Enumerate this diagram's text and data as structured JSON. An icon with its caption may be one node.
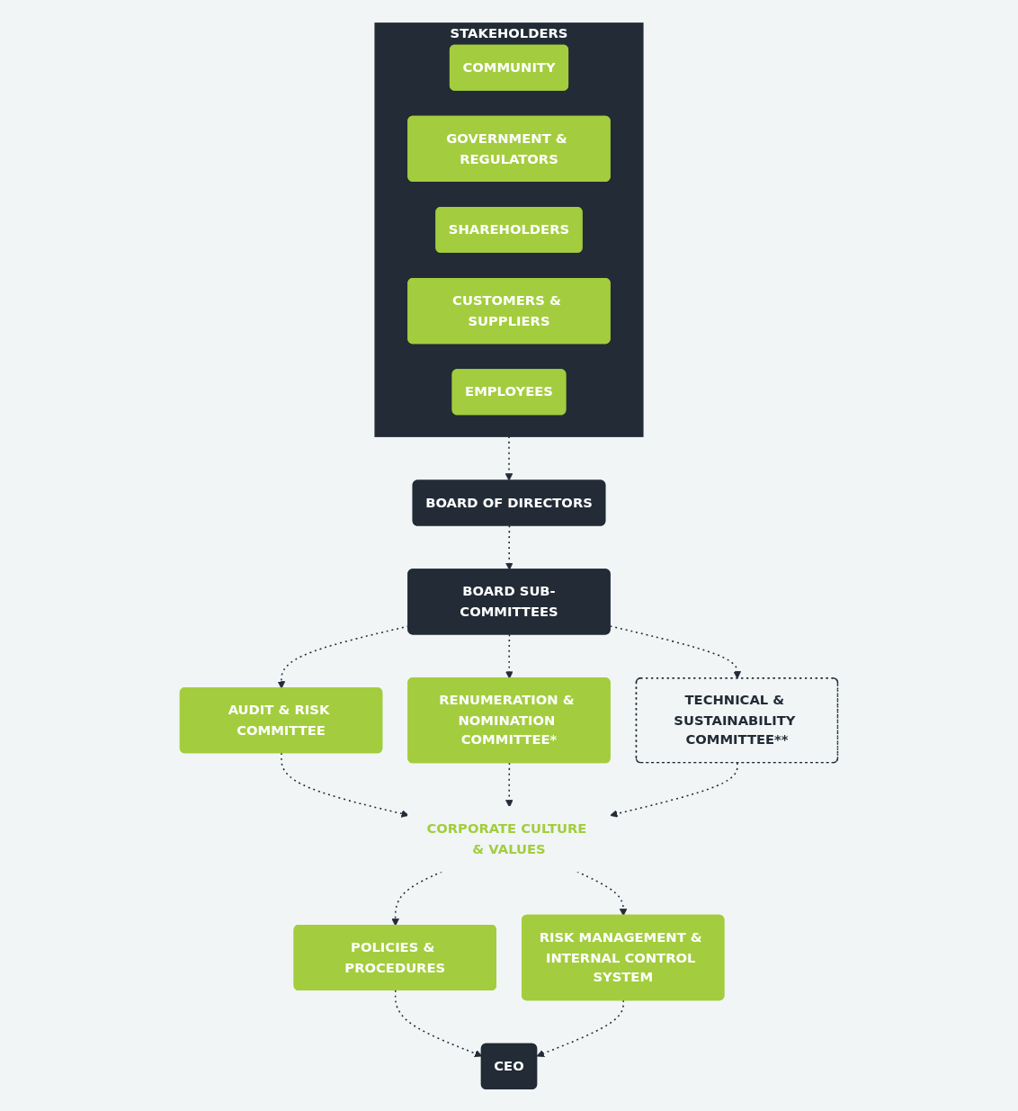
{
  "diagram": {
    "nodes": [
      {
        "text": [
          "STAKEHOLDERS"
        ]
      },
      {
        "text": [
          "COMMUNITY"
        ],
        "in": 0
      },
      {
        "text": [
          "GOVERNMENT & REGULATORS"
        ],
        "in": 0
      },
      {
        "text": [
          "SHAREHOLDERS"
        ],
        "in": 0
      },
      {
        "text": [
          "CUSTOMERS & SUPPLIERS"
        ],
        "in": 0
      },
      {
        "text": [
          "EMPLOYEES"
        ],
        "in": 0
      },
      {
        "text": [
          "BOARD OF DIRECTORS"
        ]
      },
      {
        "text": [
          "BOARD SUB-COMMITTEES"
        ]
      },
      {
        "text": [
          "AUDIT & RISK COMMITTEE"
        ]
      },
      {
        "text": [
          "RENUMERATION & NOMINATION COMMITTEE*"
        ]
      },
      {
        "text": [
          "TECHNICAL & SUSTAINABILITY COMMITTEE**"
        ]
      },
      {
        "text": [
          "POLICIES & PROCEDURES"
        ]
      },
      {
        "text": [
          "CORPORATE CULTURE & VALUES"
        ]
      },
      {
        "text": [
          "RISK MANAGEMENT & INTERNAL CONTROL SYSTEM"
        ]
      },
      {
        "text": [
          "CEO"
        ]
      }
    ],
    "edges": [
      {
        "from": 0,
        "to": 6,
        "arrow": "to",
        "style": "dashed"
      },
      {
        "from": 6,
        "to": 7,
        "arrow": "to",
        "style": "dashed"
      },
      {
        "from": 7,
        "to": 8,
        "arrow": "to",
        "style": "dashed"
      },
      {
        "from": 7,
        "to": 9,
        "arrow": "to",
        "style": "dashed"
      },
      {
        "from": 7,
        "to": 10,
        "arrow": "to",
        "style": "dashed"
      },
      {
        "from": 8,
        "to": 12,
        "arrow": "to",
        "style": "dashed"
      },
      {
        "from": 9,
        "to": 12,
        "arrow": "to",
        "style": "dashed"
      },
      {
        "from": 10,
        "to": 12,
        "arrow": "to",
        "style": "dashed"
      },
      {
        "from": 12,
        "to": 11,
        "arrow": "to",
        "style": "dashed"
      },
      {
        "from": 12,
        "to": 13,
        "arrow": "to",
        "style": "dashed"
      },
      {
        "from": 11,
        "to": 14,
        "arrow": "to",
        "style": "dashed"
      },
      {
        "from": 13,
        "to": 14,
        "arrow": "to",
        "style": "dashed"
      }
    ]
  }
}
